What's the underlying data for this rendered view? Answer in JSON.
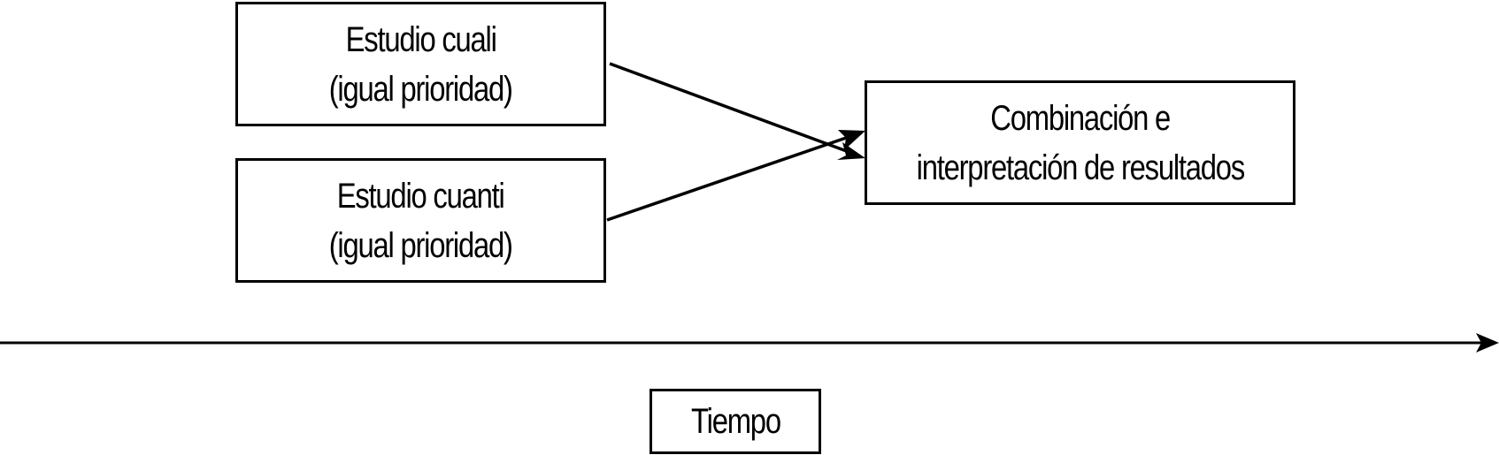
{
  "diagram": {
    "quali_box": {
      "line1": "Estudio cuali",
      "line2": "(igual prioridad)"
    },
    "quanti_box": {
      "line1": "Estudio cuanti",
      "line2": "(igual prioridad)"
    },
    "combine_box": {
      "line1": "Combinación e",
      "line2": "interpretación de resultados"
    },
    "time_label": "Tiempo"
  },
  "colors": {
    "stroke": "#000000",
    "background": "#ffffff"
  }
}
